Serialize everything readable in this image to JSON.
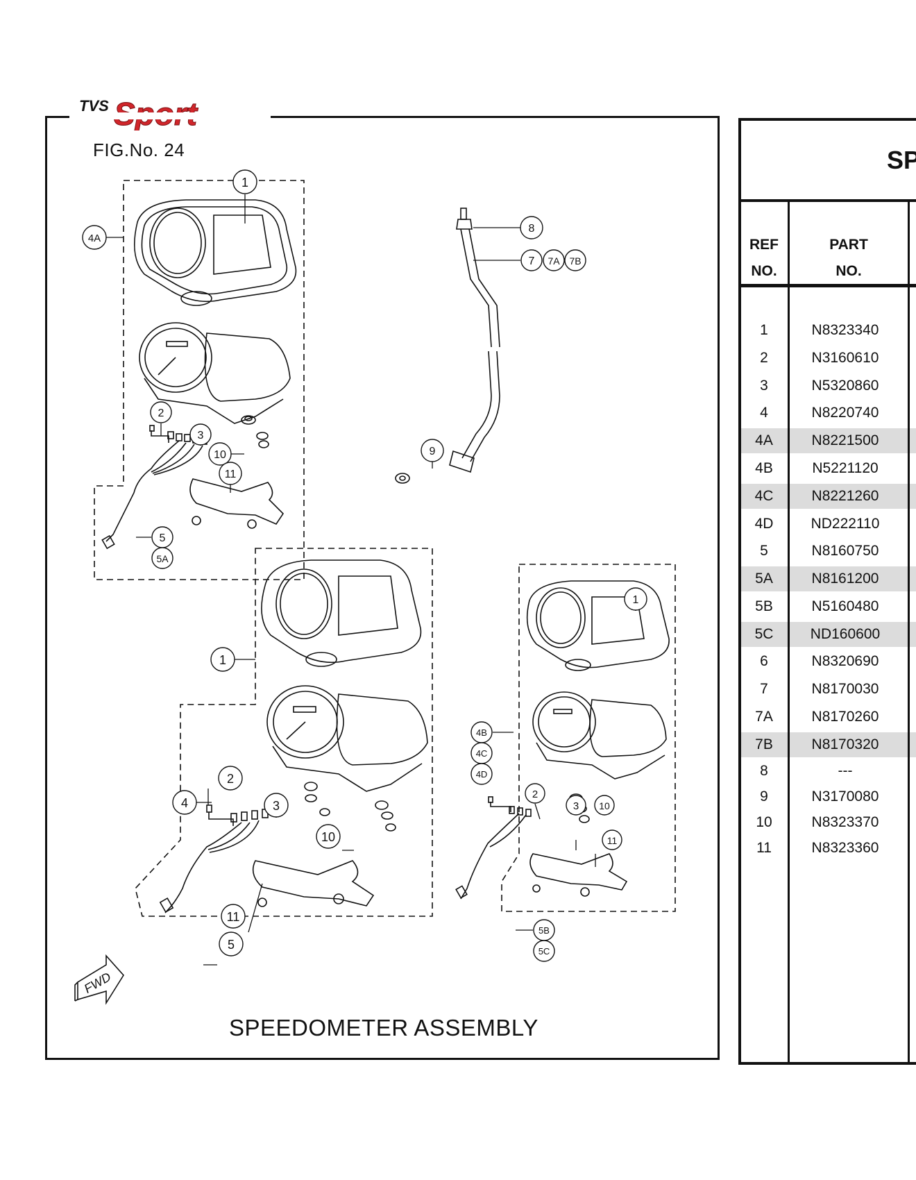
{
  "brand": {
    "prefix": "TVS",
    "name": "Sport"
  },
  "figure": {
    "number": "FIG.No. 24",
    "caption": "SPEEDOMETER ASSEMBLY",
    "fwd_label": "FWD"
  },
  "callouts": [
    "1",
    "2",
    "3",
    "4",
    "4A",
    "4B",
    "4C",
    "4D",
    "5",
    "5A",
    "5B",
    "5C",
    "7",
    "7A",
    "7B",
    "8",
    "9",
    "10",
    "11"
  ],
  "table": {
    "title": "SP",
    "headers": {
      "ref_line1": "REF",
      "ref_line2": "NO.",
      "part_line1": "PART",
      "part_line2": "NO."
    },
    "rows": [
      {
        "ref": "1",
        "part": "N8323340",
        "shaded": false
      },
      {
        "ref": "2",
        "part": "N3160610",
        "shaded": false
      },
      {
        "ref": "3",
        "part": "N5320860",
        "shaded": false
      },
      {
        "ref": "4",
        "part": "N8220740",
        "shaded": false
      },
      {
        "ref": "4A",
        "part": "N8221500",
        "shaded": true
      },
      {
        "ref": "4B",
        "part": "N5221120",
        "shaded": false
      },
      {
        "ref": "4C",
        "part": "N8221260",
        "shaded": true
      },
      {
        "ref": "4D",
        "part": "ND222110",
        "shaded": false
      },
      {
        "ref": "5",
        "part": "N8160750",
        "shaded": false
      },
      {
        "ref": "5A",
        "part": "N8161200",
        "shaded": true
      },
      {
        "ref": "5B",
        "part": "N5160480",
        "shaded": false
      },
      {
        "ref": "5C",
        "part": "ND160600",
        "shaded": true
      },
      {
        "ref": "6",
        "part": "N8320690",
        "shaded": false
      },
      {
        "ref": "7",
        "part": "N8170030",
        "shaded": false
      },
      {
        "ref": "7A",
        "part": "N8170260",
        "shaded": false
      },
      {
        "ref": "7B",
        "part": "N8170320",
        "shaded": true
      },
      {
        "ref": "8",
        "part": "---",
        "shaded": false
      },
      {
        "ref": "9",
        "part": "N3170080",
        "shaded": false
      },
      {
        "ref": "10",
        "part": "N8323370",
        "shaded": false
      },
      {
        "ref": "11",
        "part": "N8323360",
        "shaded": false
      }
    ]
  },
  "colors": {
    "brand_red": "#d1262b",
    "line": "#111111",
    "row_shade": "#dcdcdc"
  }
}
